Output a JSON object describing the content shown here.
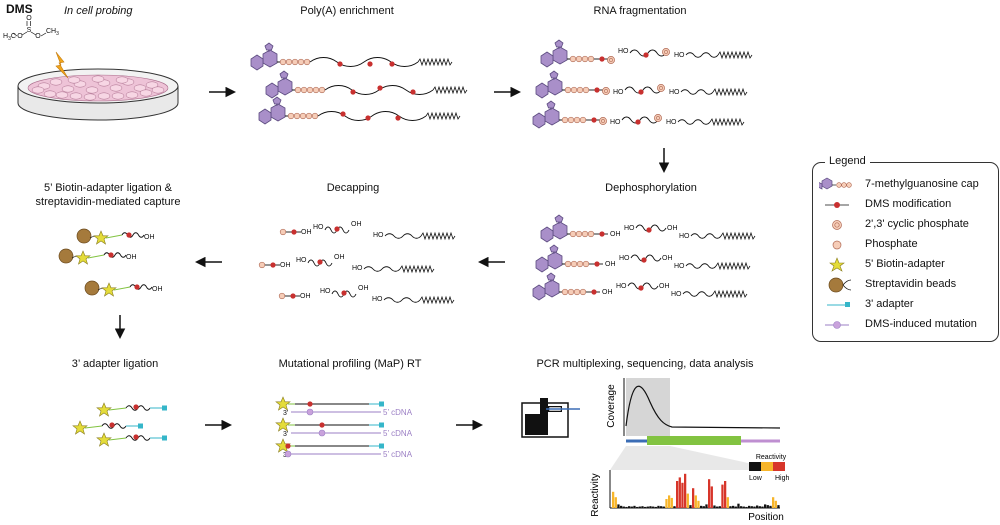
{
  "steps": {
    "dms": "DMS",
    "in_cell": "In cell probing",
    "polya": "Poly(A) enrichment",
    "fragmentation": "RNA fragmentation",
    "dephosphorylation": "Dephosphorylation",
    "decapping": "Decapping",
    "biotin_line1": "5’ Biotin-adapter ligation &",
    "biotin_line2": "streptavidin-mediated capture",
    "adapter3": "3’ adapter ligation",
    "map_rt": "Mutational profiling (MaP) RT",
    "pcr": "PCR multiplexing, sequencing, data analysis"
  },
  "labels": {
    "ho": "HO",
    "oh": "OH",
    "three_prime": "3’",
    "cdna": "5’ cDNA",
    "ch3": "CH",
    "s": "S",
    "o": "O",
    "sub3": "3",
    "h3c": "H",
    "c": "C"
  },
  "analysis": {
    "coverage": "Coverage",
    "reactivity_axis": "Reactivity",
    "position": "Position",
    "reactivity_legend": "Reactivity",
    "low": "Low",
    "high": "High"
  },
  "legend": {
    "title": "Legend",
    "items": [
      {
        "label": "7-methylguanosine cap",
        "icon": "cap-icon"
      },
      {
        "label": "DMS modification",
        "icon": "dms-modification-icon"
      },
      {
        "label": "2',3' cyclic phosphate",
        "icon": "cyclic-phosphate-icon"
      },
      {
        "label": "Phosphate",
        "icon": "phosphate-icon"
      },
      {
        "label": "5' Biotin-adapter",
        "icon": "biotin-adapter-icon"
      },
      {
        "label": "Streptavidin beads",
        "icon": "streptavidin-bead-icon"
      },
      {
        "label": "3' adapter",
        "icon": "adapter-3-icon"
      },
      {
        "label": "DMS-induced mutation",
        "icon": "dms-mutation-icon"
      }
    ]
  },
  "colors": {
    "cap": "#a98fc9",
    "cap_stroke": "#5c4b80",
    "dms": "#c8302f",
    "phosphate": "#f6cdb8",
    "phosphate_stroke": "#b06a55",
    "biotin_star": "#e4dc3a",
    "bead": "#a57a3c",
    "adapter3": "#35b6c9",
    "mutation": "#c9a2dc",
    "cdna": "#9b7fc4",
    "coverage_bg": "#d6d6d6",
    "blue": "#3b6db5",
    "green": "#82c341",
    "purple": "#bf8fd1",
    "black": "#111111",
    "orange": "#f7b52a",
    "red": "#d7352a"
  },
  "reactivity_bars": [
    0.45,
    0.3,
    0.1,
    0.06,
    0.04,
    0.03,
    0.05,
    0.04,
    0.06,
    0.03,
    0.04,
    0.05,
    0.03,
    0.04,
    0.05,
    0.04,
    0.03,
    0.06,
    0.05,
    0.04,
    0.25,
    0.35,
    0.28,
    0.05,
    0.75,
    0.85,
    0.7,
    0.95,
    0.4,
    0.08,
    0.55,
    0.35,
    0.2,
    0.06,
    0.05,
    0.1,
    0.8,
    0.6,
    0.07,
    0.04,
    0.05,
    0.65,
    0.75,
    0.3,
    0.05,
    0.06,
    0.04,
    0.12,
    0.05,
    0.04,
    0.03,
    0.06,
    0.05,
    0.04,
    0.07,
    0.05,
    0.04,
    0.1,
    0.08,
    0.06,
    0.3,
    0.2,
    0.08
  ]
}
